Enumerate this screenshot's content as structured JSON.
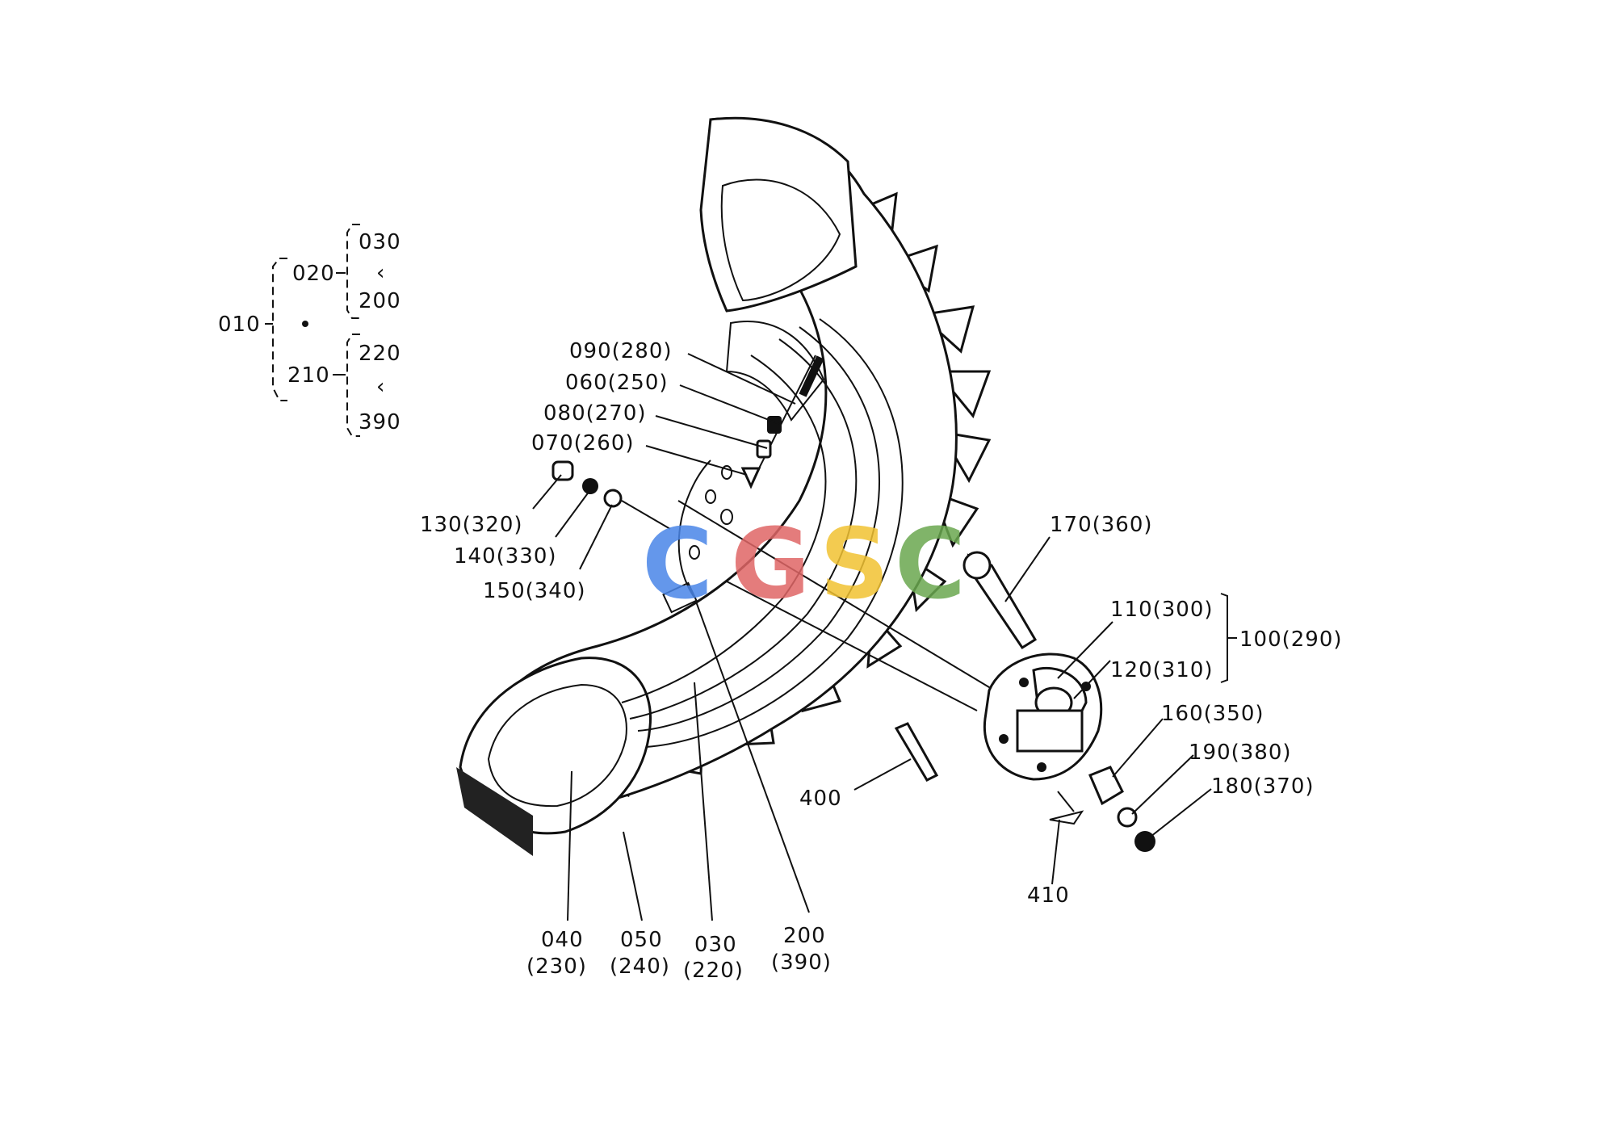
{
  "tree": {
    "root": "010",
    "groups": [
      {
        "label": "020",
        "range_start": "030",
        "range_end": "200"
      },
      {
        "label": "210",
        "range_start": "220",
        "range_end": "390"
      }
    ],
    "range_mark": "‹"
  },
  "callouts": {
    "c090": "090(280)",
    "c060": "060(250)",
    "c080": "080(270)",
    "c070": "070(260)",
    "c130": "130(320)",
    "c140": "140(330)",
    "c150": "150(340)",
    "c170": "170(360)",
    "c110": "110(300)",
    "c100": "100(290)",
    "c120": "120(310)",
    "c160": "160(350)",
    "c190": "190(380)",
    "c180": "180(370)",
    "c400": "400",
    "c410": "410",
    "c040": {
      "line1": "040",
      "line2": "(230)"
    },
    "c050": {
      "line1": "050",
      "line2": "(240)"
    },
    "c030": {
      "line1": "030",
      "line2": "(220)"
    },
    "c200": {
      "line1": "200",
      "line2": "(390)"
    }
  },
  "watermark": {
    "letters": [
      "C",
      "G",
      "S",
      "C"
    ],
    "colors": [
      "#4a86e8",
      "#e06666",
      "#f1c232",
      "#6aa84f"
    ]
  }
}
